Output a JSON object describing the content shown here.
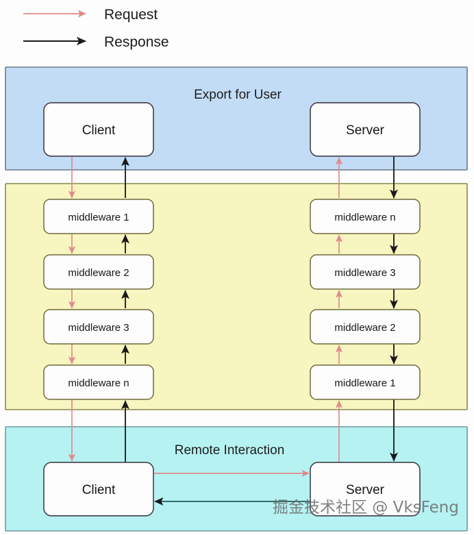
{
  "legend": {
    "items": [
      {
        "label": "Request",
        "color": "#e08a8a",
        "icon": "arrow-right-icon"
      },
      {
        "label": "Response",
        "color": "#1a1a1a",
        "icon": "arrow-right-icon"
      }
    ]
  },
  "sections": [
    {
      "id": "export-for-user",
      "title": "Export for User",
      "fill": "#c2dcf5",
      "stroke": "#6e7b86",
      "nodes": [
        {
          "id": "client-top",
          "label": "Client"
        },
        {
          "id": "server-top",
          "label": "Server"
        }
      ]
    },
    {
      "id": "middleware-stack",
      "title": "",
      "fill": "#f7f5c0",
      "stroke": "#8a8750",
      "left_column": [
        {
          "id": "mw-left-1",
          "label": "middleware 1"
        },
        {
          "id": "mw-left-2",
          "label": "middleware 2"
        },
        {
          "id": "mw-left-3",
          "label": "middleware 3"
        },
        {
          "id": "mw-left-n",
          "label": "middleware n"
        }
      ],
      "right_column": [
        {
          "id": "mw-right-n",
          "label": "middleware n"
        },
        {
          "id": "mw-right-3",
          "label": "middleware 3"
        },
        {
          "id": "mw-right-2",
          "label": "middleware 2"
        },
        {
          "id": "mw-right-1",
          "label": "middleware 1"
        }
      ]
    },
    {
      "id": "remote-interaction",
      "title": "Remote Interaction",
      "fill": "#b6f2f2",
      "stroke": "#6e9a9a",
      "nodes": [
        {
          "id": "client-bottom",
          "label": "Client"
        },
        {
          "id": "server-bottom",
          "label": "Server"
        }
      ]
    }
  ],
  "colors": {
    "request": "#e08a8a",
    "response": "#2a2a2a",
    "remote_response": "#2f6f72",
    "panel_blue": "#c2dcf5",
    "panel_yellow": "#f7f5c0",
    "panel_cyan": "#b6f2f2",
    "node_border": "#4a4a55",
    "middleware_border": "#6f6b3c"
  },
  "watermark": {
    "text": "掘金技术社区 @ VksFeng"
  }
}
